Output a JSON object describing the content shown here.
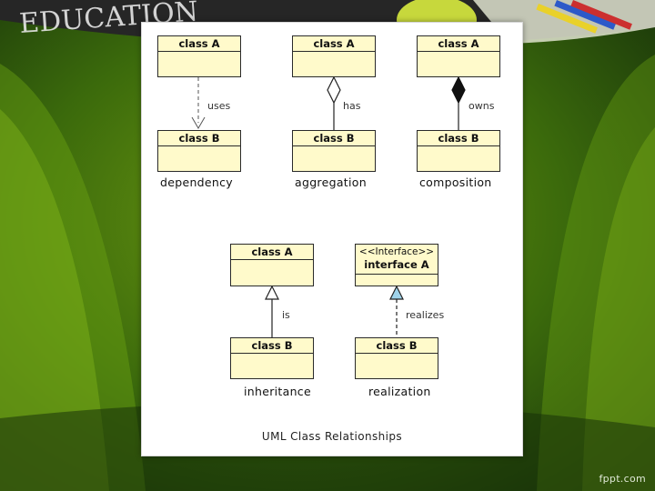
{
  "background": {
    "chalkboard_text": "EDUCATION",
    "brand_watermark": "fppt.com",
    "colors": {
      "dark_green": "#1f3d08",
      "light_green": "#8fc21c",
      "chalkboard": "#262626"
    }
  },
  "figure": {
    "caption": "UML Class Relationships",
    "box_fill": "#fffacb",
    "realization_arrow_fill": "#9fd3ea",
    "top_row": [
      {
        "upper": "class A",
        "lower": "class B",
        "edge_label": "uses",
        "relation": "dependency",
        "arrow": "open-arrow-dashed"
      },
      {
        "upper": "class A",
        "lower": "class B",
        "edge_label": "has",
        "relation": "aggregation",
        "arrow": "hollow-diamond"
      },
      {
        "upper": "class A",
        "lower": "class B",
        "edge_label": "owns",
        "relation": "composition",
        "arrow": "filled-diamond"
      }
    ],
    "bottom_row": [
      {
        "upper": "class A",
        "lower": "class B",
        "edge_label": "is",
        "relation": "inheritance",
        "arrow": "hollow-triangle"
      },
      {
        "upper_stereotype": "<<Interface>>",
        "upper": "interface A",
        "lower": "class B",
        "edge_label": "realizes",
        "relation": "realization",
        "arrow": "hollow-triangle-dashed"
      }
    ]
  }
}
